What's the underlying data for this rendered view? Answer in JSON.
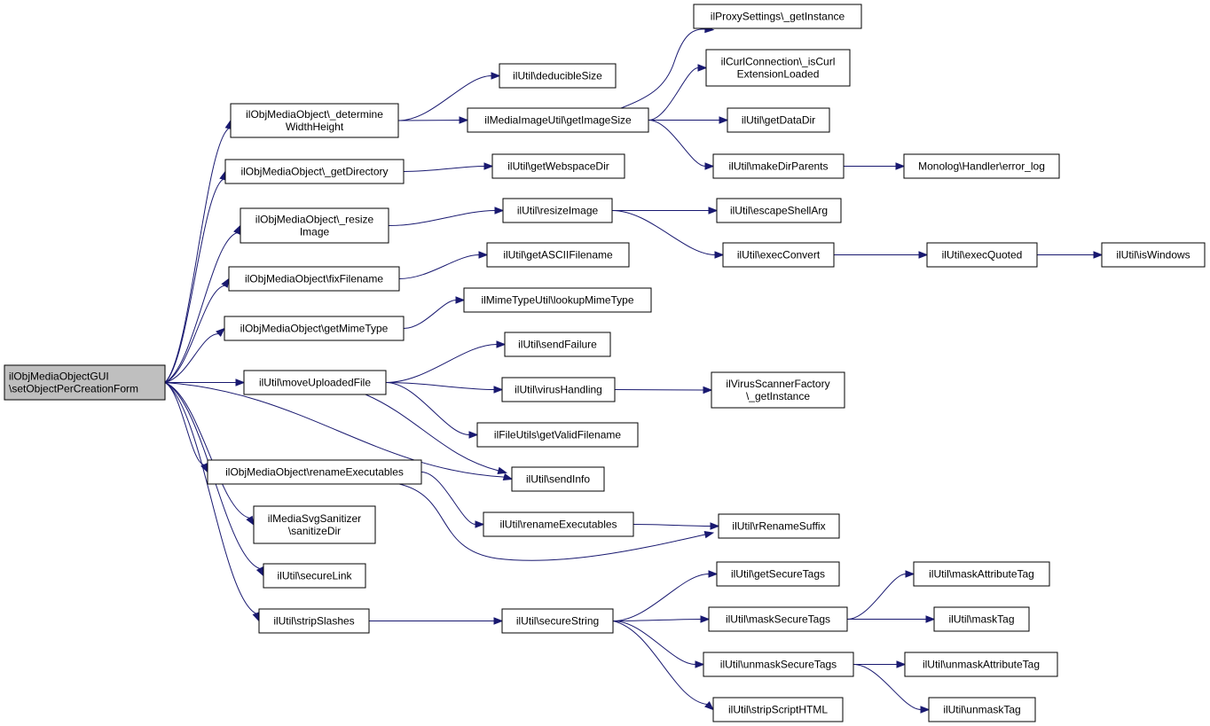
{
  "nodes": [
    {
      "id": "root",
      "lines": [
        "ilObjMediaObjectGUI",
        "\\setObjectPerCreationForm"
      ],
      "root": true
    },
    {
      "id": "determineWH",
      "lines": [
        "ilObjMediaObject\\_determine",
        "WidthHeight"
      ]
    },
    {
      "id": "getDirectory",
      "lines": [
        "ilObjMediaObject\\_getDirectory"
      ]
    },
    {
      "id": "resizeImageObj",
      "lines": [
        "ilObjMediaObject\\_resize",
        "Image"
      ]
    },
    {
      "id": "fixFilename",
      "lines": [
        "ilObjMediaObject\\fixFilename"
      ]
    },
    {
      "id": "getMimeType",
      "lines": [
        "ilObjMediaObject\\getMimeType"
      ]
    },
    {
      "id": "moveUploadedFile",
      "lines": [
        "ilUtil\\moveUploadedFile"
      ]
    },
    {
      "id": "renameExecObj",
      "lines": [
        "ilObjMediaObject\\renameExecutables"
      ]
    },
    {
      "id": "svgSanitizer",
      "lines": [
        "ilMediaSvgSanitizer",
        "\\sanitizeDir"
      ]
    },
    {
      "id": "secureLink",
      "lines": [
        "ilUtil\\secureLink"
      ]
    },
    {
      "id": "stripSlashes",
      "lines": [
        "ilUtil\\stripSlashes"
      ]
    },
    {
      "id": "deducibleSize",
      "lines": [
        "ilUtil\\deducibleSize"
      ]
    },
    {
      "id": "getImageSize",
      "lines": [
        "ilMediaImageUtil\\getImageSize"
      ]
    },
    {
      "id": "getWebspaceDir",
      "lines": [
        "ilUtil\\getWebspaceDir"
      ]
    },
    {
      "id": "resizeImage",
      "lines": [
        "ilUtil\\resizeImage"
      ]
    },
    {
      "id": "getASCIIFilename",
      "lines": [
        "ilUtil\\getASCIIFilename"
      ]
    },
    {
      "id": "lookupMimeType",
      "lines": [
        "ilMimeTypeUtil\\lookupMimeType"
      ]
    },
    {
      "id": "sendFailure",
      "lines": [
        "ilUtil\\sendFailure"
      ]
    },
    {
      "id": "virusHandling",
      "lines": [
        "ilUtil\\virusHandling"
      ]
    },
    {
      "id": "getValidFilename",
      "lines": [
        "ilFileUtils\\getValidFilename"
      ]
    },
    {
      "id": "sendInfo",
      "lines": [
        "ilUtil\\sendInfo"
      ]
    },
    {
      "id": "renameExecUtil",
      "lines": [
        "ilUtil\\renameExecutables"
      ]
    },
    {
      "id": "secureString",
      "lines": [
        "ilUtil\\secureString"
      ]
    },
    {
      "id": "proxyGetInstance",
      "lines": [
        "ilProxySettings\\_getInstance"
      ]
    },
    {
      "id": "curlLoaded",
      "lines": [
        "ilCurlConnection\\_isCurl",
        "ExtensionLoaded"
      ]
    },
    {
      "id": "getDataDir",
      "lines": [
        "ilUtil\\getDataDir"
      ]
    },
    {
      "id": "makeDirParents",
      "lines": [
        "ilUtil\\makeDirParents"
      ]
    },
    {
      "id": "escapeShellArg",
      "lines": [
        "ilUtil\\escapeShellArg"
      ]
    },
    {
      "id": "execConvert",
      "lines": [
        "ilUtil\\execConvert"
      ]
    },
    {
      "id": "virusFactory",
      "lines": [
        "ilVirusScannerFactory",
        "\\_getInstance"
      ]
    },
    {
      "id": "rRenameSuffix",
      "lines": [
        "ilUtil\\rRenameSuffix"
      ]
    },
    {
      "id": "getSecureTags",
      "lines": [
        "ilUtil\\getSecureTags"
      ]
    },
    {
      "id": "maskSecureTags",
      "lines": [
        "ilUtil\\maskSecureTags"
      ]
    },
    {
      "id": "unmaskSecureTags",
      "lines": [
        "ilUtil\\unmaskSecureTags"
      ]
    },
    {
      "id": "stripScriptHTML",
      "lines": [
        "ilUtil\\stripScriptHTML"
      ]
    },
    {
      "id": "errorLog",
      "lines": [
        "Monolog\\Handler\\error_log"
      ]
    },
    {
      "id": "execQuoted",
      "lines": [
        "ilUtil\\execQuoted"
      ]
    },
    {
      "id": "isWindows",
      "lines": [
        "ilUtil\\isWindows"
      ]
    },
    {
      "id": "maskAttributeTag",
      "lines": [
        "ilUtil\\maskAttributeTag"
      ]
    },
    {
      "id": "maskTag",
      "lines": [
        "ilUtil\\maskTag"
      ]
    },
    {
      "id": "unmaskAttributeTag",
      "lines": [
        "ilUtil\\unmaskAttributeTag"
      ]
    },
    {
      "id": "unmaskTag",
      "lines": [
        "ilUtil\\unmaskTag"
      ]
    }
  ],
  "edges": [
    [
      "root",
      "determineWH"
    ],
    [
      "root",
      "getDirectory"
    ],
    [
      "root",
      "resizeImageObj"
    ],
    [
      "root",
      "fixFilename"
    ],
    [
      "root",
      "getMimeType"
    ],
    [
      "root",
      "moveUploadedFile"
    ],
    [
      "root",
      "sendInfo"
    ],
    [
      "root",
      "renameExecObj"
    ],
    [
      "root",
      "svgSanitizer"
    ],
    [
      "root",
      "secureLink"
    ],
    [
      "root",
      "stripSlashes"
    ],
    [
      "determineWH",
      "deducibleSize"
    ],
    [
      "determineWH",
      "getImageSize"
    ],
    [
      "getImageSize",
      "proxyGetInstance"
    ],
    [
      "getImageSize",
      "curlLoaded"
    ],
    [
      "getImageSize",
      "getDataDir"
    ],
    [
      "getImageSize",
      "makeDirParents"
    ],
    [
      "makeDirParents",
      "errorLog"
    ],
    [
      "getDirectory",
      "getWebspaceDir"
    ],
    [
      "resizeImageObj",
      "resizeImage"
    ],
    [
      "resizeImage",
      "escapeShellArg"
    ],
    [
      "resizeImage",
      "execConvert"
    ],
    [
      "execConvert",
      "execQuoted"
    ],
    [
      "execQuoted",
      "isWindows"
    ],
    [
      "fixFilename",
      "getASCIIFilename"
    ],
    [
      "getMimeType",
      "lookupMimeType"
    ],
    [
      "moveUploadedFile",
      "sendFailure"
    ],
    [
      "moveUploadedFile",
      "virusHandling"
    ],
    [
      "moveUploadedFile",
      "getValidFilename"
    ],
    [
      "moveUploadedFile",
      "sendInfo"
    ],
    [
      "virusHandling",
      "virusFactory"
    ],
    [
      "renameExecObj",
      "renameExecUtil"
    ],
    [
      "renameExecObj",
      "rRenameSuffix"
    ],
    [
      "renameExecUtil",
      "rRenameSuffix"
    ],
    [
      "stripSlashes",
      "secureString"
    ],
    [
      "secureString",
      "getSecureTags"
    ],
    [
      "secureString",
      "maskSecureTags"
    ],
    [
      "secureString",
      "unmaskSecureTags"
    ],
    [
      "secureString",
      "stripScriptHTML"
    ],
    [
      "maskSecureTags",
      "maskAttributeTag"
    ],
    [
      "maskSecureTags",
      "maskTag"
    ],
    [
      "unmaskSecureTags",
      "unmaskAttributeTag"
    ],
    [
      "unmaskSecureTags",
      "unmaskTag"
    ]
  ]
}
